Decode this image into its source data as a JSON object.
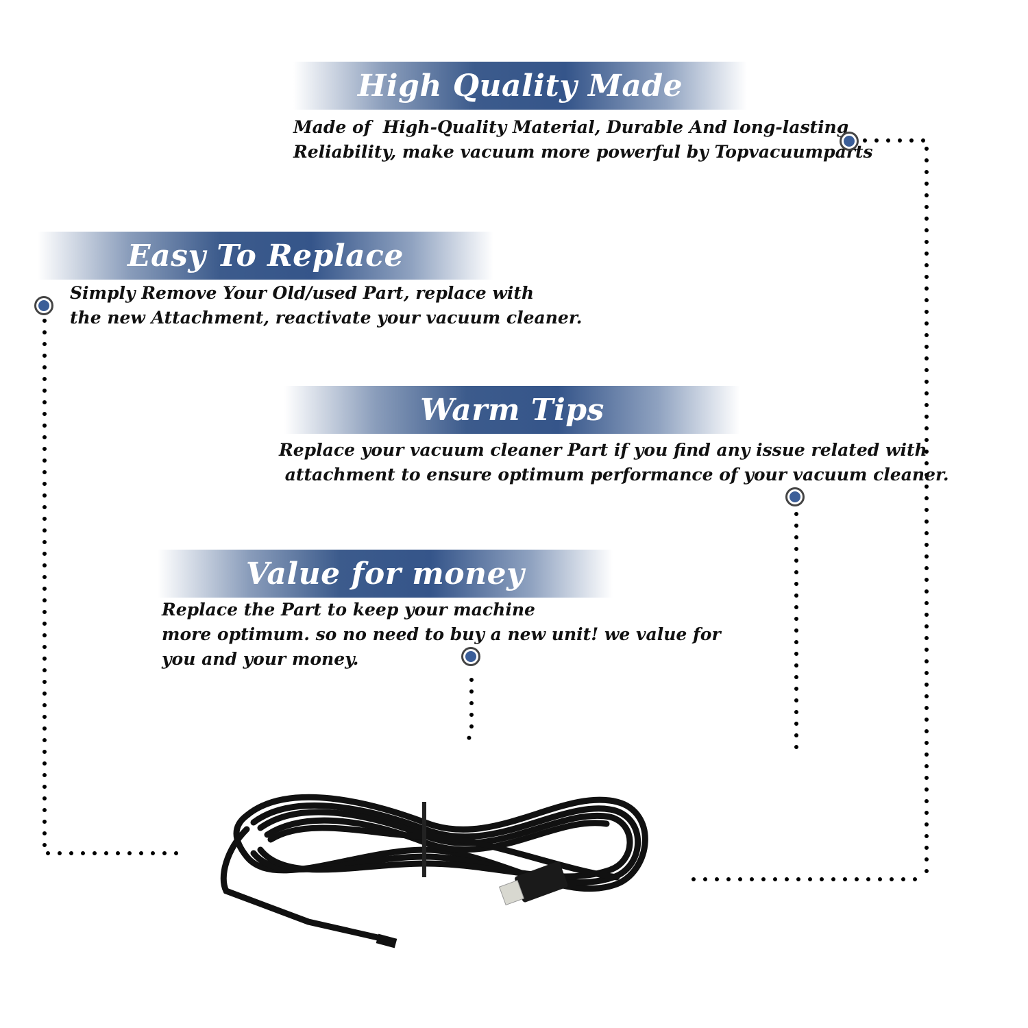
{
  "sections": [
    {
      "title": "High Quality Made",
      "description": "Made of  High-Quality Material, Durable And long-lasting\nReliability, make vacuum more powerful by Topvacuumparts"
    },
    {
      "title": "Easy To Replace",
      "description": "Simply Remove Your Old/used Part, replace with\nthe new Attachment, reactivate your vacuum cleaner."
    },
    {
      "title": "Warm Tips",
      "description": "Replace your vacuum cleaner Part if you find any issue related with\n attachment to ensure optimum performance of your vacuum cleaner."
    },
    {
      "title": "Value for money",
      "description": "Replace the Part to keep your machine\nmore optimum. so no need to buy a new unit! we value for\nyou and your money."
    }
  ],
  "colors": {
    "banner_blue": "#35558a",
    "marker_blue": "#3b5e98",
    "text": "#111111"
  },
  "product": {
    "icon": "vacuum-power-cord-image"
  }
}
